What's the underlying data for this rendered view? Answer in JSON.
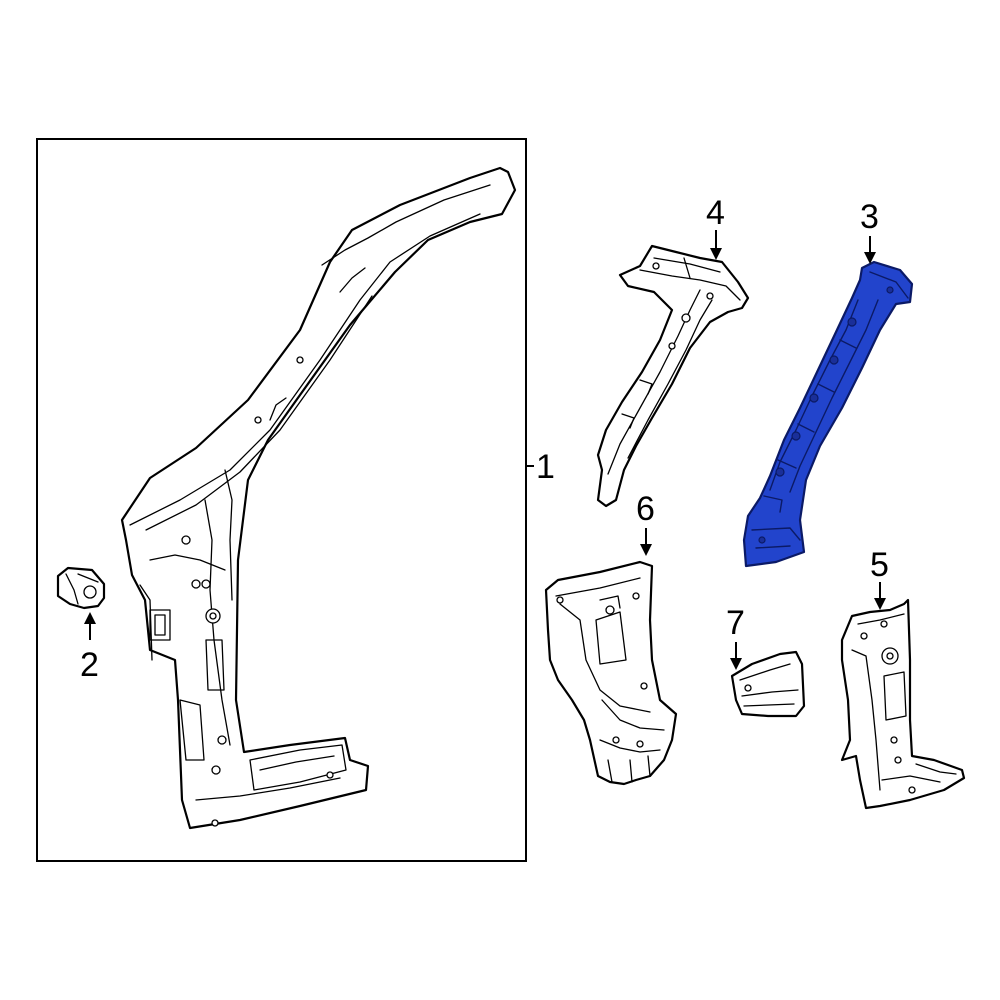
{
  "colors": {
    "highlight": "#2244cc",
    "highlight_stroke": "#0b1a66",
    "line": "#000000",
    "background": "#ffffff"
  },
  "callouts": {
    "c1": "1",
    "c2": "2",
    "c3": "3",
    "c4": "4",
    "c5": "5",
    "c6": "6",
    "c7": "7"
  },
  "highlighted_part": "3"
}
